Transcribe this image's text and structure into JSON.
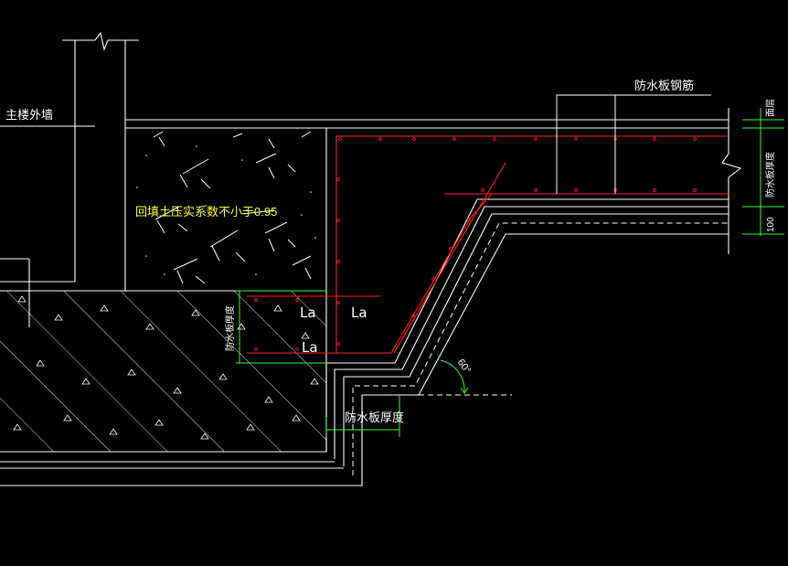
{
  "labels": {
    "main_wall": "主楼外墙",
    "rebar": "防水板钢筋",
    "backfill": "回填土压实系数不小于0.95",
    "la_upper": "La",
    "la_right": "La",
    "la_lower": "La",
    "slab_thickness_left": "防水板厚度",
    "slab_thickness_bottom": "防水板厚度",
    "slab_thickness_right": "防水板厚度",
    "cover_top": "面层",
    "dim_100": "100",
    "angle": "60°"
  },
  "colors": {
    "line": "#ffffff",
    "rebar": "#ff2020",
    "dimension": "#33ff33",
    "hatch": "#ffffff",
    "annotation": "#ffff33"
  }
}
